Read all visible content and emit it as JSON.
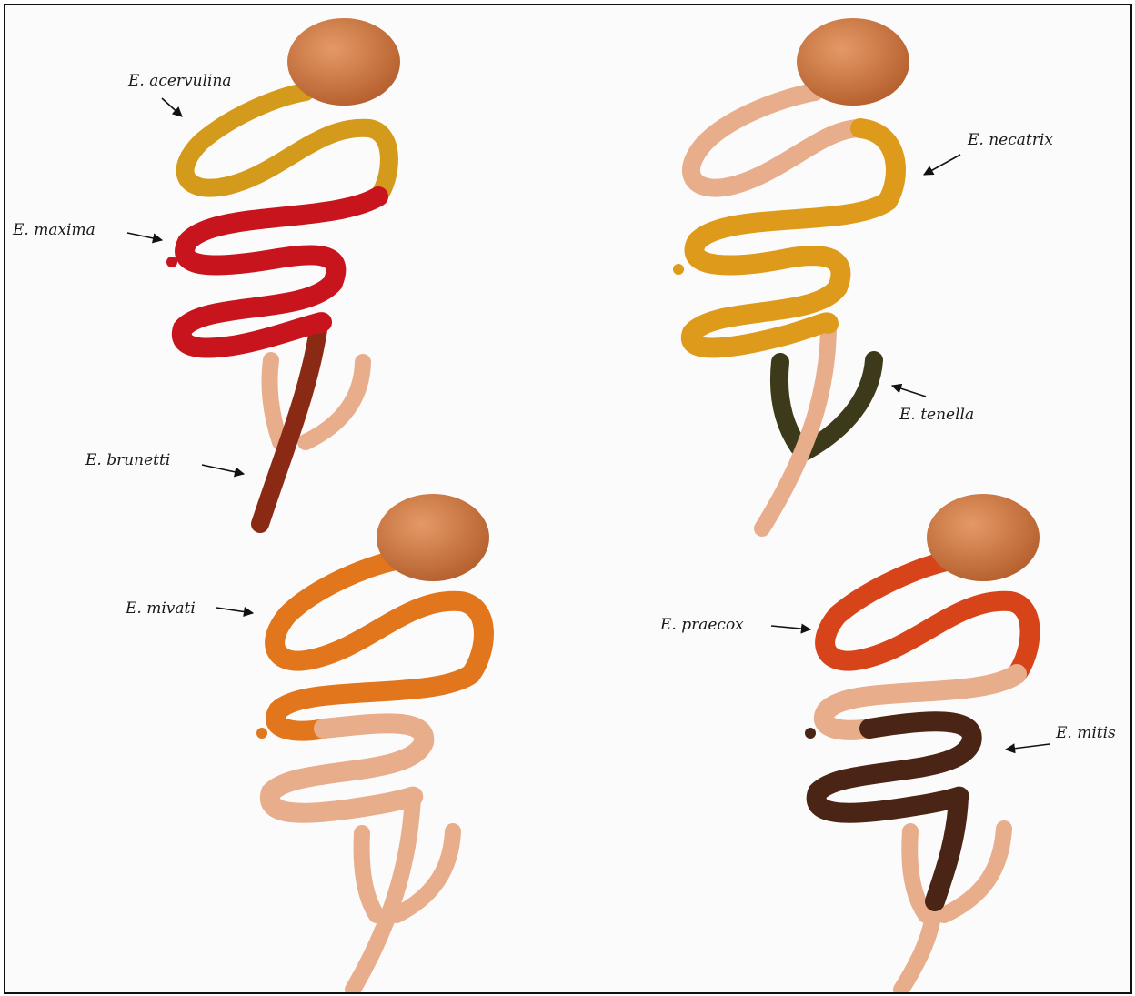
{
  "labels": {
    "acervulina": "E. acervulina",
    "maxima": "E. maxima",
    "brunetti": "E. brunetti",
    "necatrix": "E. necatrix",
    "tenella": "E. tenella",
    "mivati": "E. mivati",
    "praecox": "E. praecox",
    "mitis": "E. mitis"
  },
  "colors": {
    "gizzard": "#c8733f",
    "pale": "#e8ad8b",
    "acervulina": "#d39a1c",
    "maxima": "#c8141c",
    "brunetti": "#8a2a14",
    "necatrix": "#de9a1a",
    "tenella": "#3c3a1a",
    "mivati": "#e1761c",
    "praecox": "#d8441a",
    "mitis": "#4a2414"
  }
}
